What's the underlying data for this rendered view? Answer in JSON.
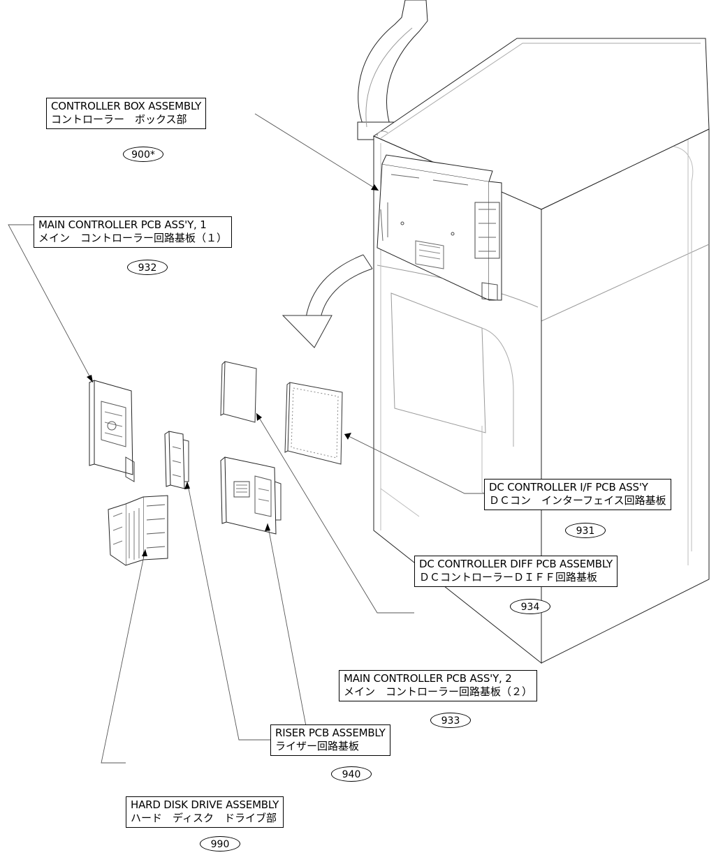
{
  "callouts": [
    {
      "id": "controller-box",
      "en": "CONTROLLER BOX ASSEMBLY",
      "jp": "コントローラー　ボックス部",
      "num": "900*"
    },
    {
      "id": "main-pcb-1",
      "en": "MAIN CONTROLLER PCB ASS'Y, 1",
      "jp": "メイン　コントローラー回路基板（１）",
      "num": "932"
    },
    {
      "id": "dc-if-pcb",
      "en": "DC CONTROLLER I/F PCB ASS'Y",
      "jp": "ＤＣコン　インターフェイス回路基板",
      "num": "931"
    },
    {
      "id": "dc-diff-pcb",
      "en": "DC CONTROLLER DIFF PCB ASSEMBLY",
      "jp": "ＤＣコントローラーＤＩＦＦ回路基板",
      "num": "934"
    },
    {
      "id": "main-pcb-2",
      "en": "MAIN CONTROLLER PCB ASS'Y, 2",
      "jp": "メイン　コントローラー回路基板（２）",
      "num": "933"
    },
    {
      "id": "riser-pcb",
      "en": "RISER PCB ASSEMBLY",
      "jp": "ライザー回路基板",
      "num": "940"
    },
    {
      "id": "hdd",
      "en": "HARD DISK DRIVE ASSEMBLY",
      "jp": "ハード　ディスク　ドライブ部",
      "num": "990"
    }
  ]
}
